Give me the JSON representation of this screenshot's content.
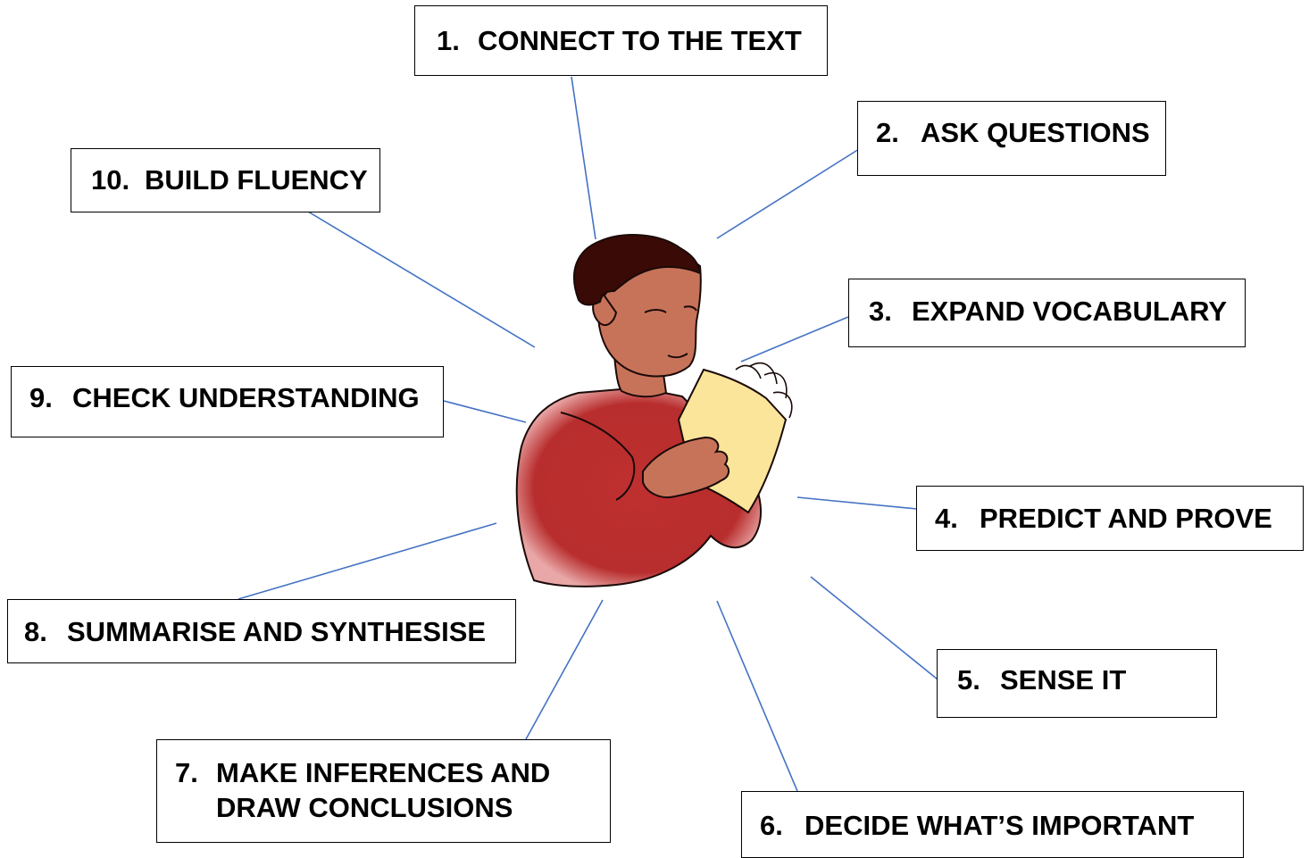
{
  "diagram": {
    "line_color": "#4472c4",
    "box_border_color": "#000000",
    "figure": {
      "hair": "#3a0a06",
      "skin": "#c7735a",
      "shirt": "#bf3030",
      "book_page": "#fbe59a"
    },
    "strategies": [
      {
        "number": "1.",
        "text": "CONNECT TO THE TEXT"
      },
      {
        "number": "2.",
        "text": "ASK QUESTIONS"
      },
      {
        "number": "3.",
        "text": "EXPAND VOCABULARY"
      },
      {
        "number": "4.",
        "text": "PREDICT AND PROVE"
      },
      {
        "number": "5.",
        "text": "SENSE IT"
      },
      {
        "number": "6.",
        "text": "DECIDE WHAT’S IMPORTANT"
      },
      {
        "number": "7.",
        "text": "MAKE INFERENCES AND",
        "text2": "DRAW CONCLUSIONS"
      },
      {
        "number": "8.",
        "text": "SUMMARISE AND SYNTHESISE"
      },
      {
        "number": "9.",
        "text": "CHECK UNDERSTANDING"
      },
      {
        "number": "10.",
        "text": "BUILD FLUENCY"
      }
    ]
  }
}
